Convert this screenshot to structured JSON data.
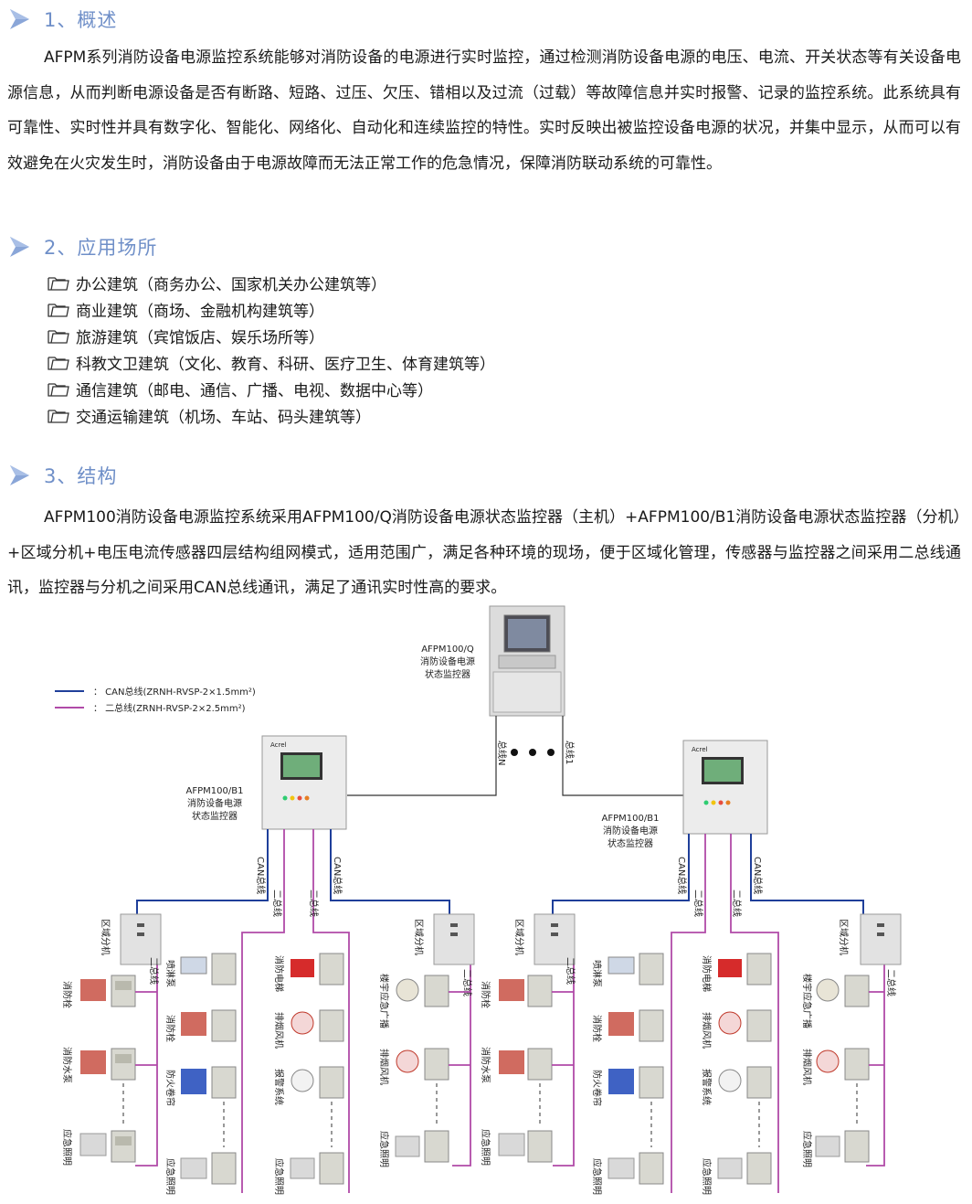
{
  "section1": {
    "title": "1、概述",
    "body": "AFPM系列消防设备电源监控系统能够对消防设备的电源进行实时监控，通过检测消防设备电源的电压、电流、开关状态等有关设备电源信息，从而判断电源设备是否有断路、短路、过压、欠压、错相以及过流（过载）等故障信息并实时报警、记录的监控系统。此系统具有可靠性、实时性并具有数字化、智能化、网络化、自动化和连续监控的特性。实时反映出被监控设备电源的状况，并集中显示，从而可以有效避免在火灾发生时，消防设备由于电源故障而无法正常工作的危急情况，保障消防联动系统的可靠性。"
  },
  "section2": {
    "title": "2、应用场所",
    "items": [
      "办公建筑（商务办公、国家机关办公建筑等）",
      "商业建筑（商场、金融机构建筑等）",
      "旅游建筑（宾馆饭店、娱乐场所等）",
      "科教文卫建筑（文化、教育、科研、医疗卫生、体育建筑等）",
      "通信建筑（邮电、通信、广播、电视、数据中心等）",
      "交通运输建筑（机场、车站、码头建筑等）"
    ]
  },
  "section3": {
    "title": "3、结构",
    "body": "AFPM100消防设备电源监控系统采用AFPM100/Q消防设备电源状态监控器（主机）+AFPM100/B1消防设备电源状态监控器（分机）+区域分机+电压电流传感器四层结构组网模式，适用范围广，满足各种环境的现场，便于区域化管理，传感器与监控器之间采用二总线通讯，监控器与分机之间采用CAN总线通讯，满足了通讯实时性高的要求。"
  },
  "diagram": {
    "legend": [
      {
        "label": "： CAN总线(ZRNH-RVSP-2×1.5mm²)",
        "color": "#1f3f9a"
      },
      {
        "label": "： 二总线(ZRNH-RVSP-2×2.5mm²)",
        "color": "#b04aa8"
      }
    ],
    "host": {
      "line1": "AFPM100/Q",
      "line2": "消防设备电源",
      "line3": "状态监控器"
    },
    "bus_n": "总线N",
    "bus_1": "总线1",
    "sub_left": {
      "line1": "AFPM100/B1",
      "line2": "消防设备电源",
      "line3": "状态监控器"
    },
    "sub_right": {
      "line1": "AFPM100/B1",
      "line2": "消防设备电源",
      "line3": "状态监控器"
    },
    "can_bus": "CAN总线",
    "two_bus": "二总线",
    "zone_unit": "区域分机",
    "brand": "Acrel",
    "devices": {
      "hydrant": "消防栓",
      "fire_pump": "消防水泵",
      "emergency_light": "应急照明",
      "sprinkler_pump": "喷淋泵",
      "fire_shutter": "防火卷帘",
      "fire_elevator": "消防电梯",
      "smoke_fan": "排烟风机",
      "alarm_system": "报警系统",
      "broadcast": "楼宇应急广播"
    }
  }
}
